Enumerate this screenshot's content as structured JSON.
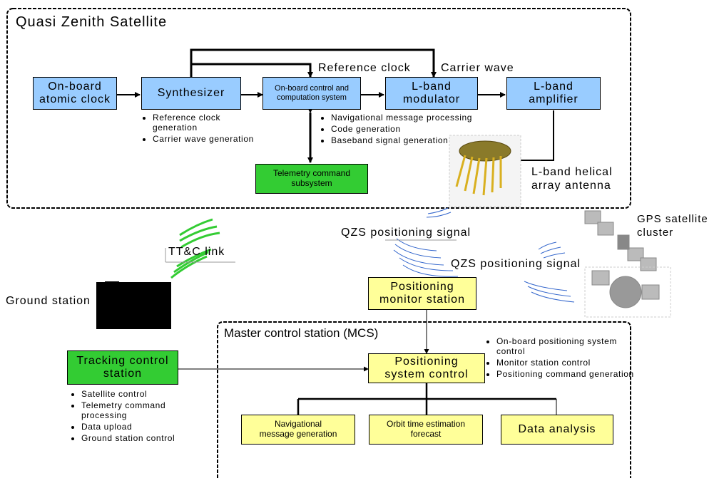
{
  "satellite_frame": {
    "title": "Quasi Zenith Satellite"
  },
  "boxes": {
    "atomic_clock": "On-board\natomic clock",
    "synthesizer": "Synthesizer",
    "control_system": "On-board control and\ncomputation system",
    "lband_modulator": "L-band\nmodulator",
    "lband_amplifier": "L-band\namplifier",
    "telemetry": "Telemetry command\nsubsystem",
    "positioning_monitor": "Positioning\nmonitor station",
    "tracking_control": "Tracking control\nstation",
    "positioning_control": "Positioning\nsystem control",
    "nav_msg_gen": "Navigational\nmessage generation",
    "orbit_time": "Orbit time estimation\nforecast",
    "data_analysis": "Data analysis"
  },
  "labels": {
    "reference_clock": "Reference clock",
    "carrier_wave": "Carrier wave",
    "antenna": "L-band helical\narray antenna",
    "gps_cluster": "GPS satellite\ncluster",
    "qzs_signal_1": "QZS positioning signal",
    "qzs_signal_2": "QZS positioning signal",
    "ttc_link": "TT&C link",
    "ground_station": "Ground station",
    "mcs_title": "Master control station (MCS)"
  },
  "bullets": {
    "synthesizer": [
      "Reference clock generation",
      "Carrier wave generation"
    ],
    "control_system": [
      "Navigational message processing",
      "Code generation",
      "Baseband signal generation"
    ],
    "tracking": [
      "Satellite control",
      "Telemetry command processing",
      "Data upload",
      "Ground station control"
    ],
    "positioning_control": [
      "On-board positioning system control",
      "Monitor station control",
      "Positioning command generation"
    ]
  },
  "colors": {
    "satellite_box": "#99ccff",
    "telemetry_box": "#33cc33",
    "ground_box": "#ffff99",
    "link_green": "#33cc33",
    "signal_blue": "#3366cc"
  },
  "icons": [
    "antenna-image-icon",
    "gps-satellite-icon",
    "ground-station-icon",
    "signal-wave-icon"
  ]
}
